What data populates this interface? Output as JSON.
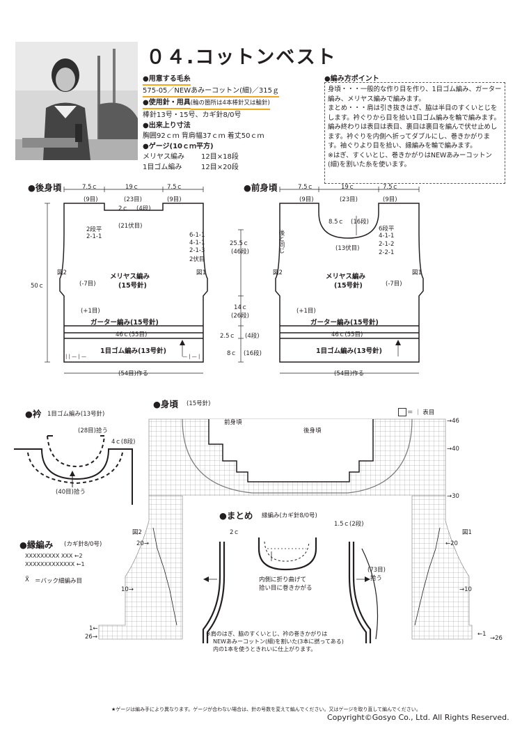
{
  "title": "０４.コットンベスト",
  "materials": {
    "yarn_head": "●用意する毛糸",
    "yarn_value": "575-05／NEWあみーコットン(細)／315ｇ",
    "tools_head": "●使用針・用具",
    "tools_note": "(輪の箇所は4本棒針又は輪針)",
    "tools_value": "棒針13号・15号、カギ針8/0号",
    "size_head": "●出来上り寸法",
    "size_value": "胸囲92ｃｍ 背肩幅37ｃｍ 着丈50ｃｍ",
    "gauge_head": "●ゲージ(10ｃｍ平方)",
    "gauge_rows": [
      {
        "name": "メリヤス編み",
        "value": "12目×18段"
      },
      {
        "name": "1目ゴム編み",
        "value": "12目×20段"
      }
    ]
  },
  "points": {
    "head": "●編み方ポイント",
    "lines": [
      "身頃・・・一般的な作り目を作り、1目ゴム編み、ガーター編み、メリヤス編みで編みます。",
      "まとめ・・・肩は引き抜きはぎ、脇は半目のすくいとじをします。衿ぐりから目を拾い1目ゴム編みを輪で編みます。編み終わりは表目は表目、裏目は裏目を編んで伏せ止めします。衿ぐりを内側へ折ってダブルにし、巻きかがります。袖ぐりより目を拾い、縁編みを輪で編みます。",
      "※はぎ、すくいとじ、巻きかがりはNEWあみーコットン(細)を割いた糸を使います。"
    ]
  },
  "back": {
    "title": "●後身頃",
    "top_dims": [
      "7.5ｃ",
      "19ｃ",
      "7.5ｃ"
    ],
    "top_sts": [
      "(9目)",
      "(23目)",
      "(9目)"
    ],
    "neck_depth": "2ｃ",
    "neck_rows": "(4段)",
    "neck_bind": "(21伏目)",
    "neck_dec": [
      "2段平",
      "2-1-1"
    ],
    "arm_dec": [
      "6-1-1",
      "4-1-1",
      "2-1-3",
      "2伏目"
    ],
    "fig1": "図1",
    "fig2": "図2",
    "minus7": "(-7目)",
    "body_label": "メリヤス編み",
    "body_needle": "(15号針)",
    "plus1": "(+1目)",
    "garter": "ガーター編み(15号針)",
    "width": "46ｃ(55目)",
    "rib": "1目ゴム編み(13号針)",
    "rib_sym_left": "|  |  —  |  —",
    "rib_sym_right": "—  |  —  |",
    "cast_on": "(54目)作る",
    "total": "50ｃ"
  },
  "mid_dims": {
    "armhole": "25.5ｃ",
    "armhole_rows": "(46段)",
    "body": "14ｃ",
    "body_rows": "(26段)",
    "garter": "2.5ｃ",
    "garter_rows": "(4段)",
    "rib": "8ｃ",
    "rib_rows": "(16段)"
  },
  "front": {
    "title": "●前身頃",
    "top_dims": [
      "7.5ｃ",
      "19ｃ",
      "7.5ｃ"
    ],
    "top_sts": [
      "(9目)",
      "(23目)",
      "(9目)"
    ],
    "neck_depth": "8.5ｃ",
    "neck_rows": "(16段)",
    "neck_bind": "(13伏目)",
    "neck_dec": [
      "6段平",
      "4-1-1",
      "2-1-2",
      "2-2-1"
    ],
    "same_as_back": "後と同じ",
    "fig1": "図1",
    "fig2": "図2",
    "minus7": "(-7目)",
    "body_label": "メリヤス編み",
    "body_needle": "(15号針)",
    "plus1": "(+1目)",
    "garter": "ガーター編み(15号針)",
    "width": "46ｃ(55目)",
    "rib": "1目ゴム編み(13号針)",
    "cast_on": "(54目)作る"
  },
  "collar": {
    "title": "●衿",
    "sub": "1目ゴム編み(13号針)",
    "pickup_top": "(28目)拾う",
    "depth": "4ｃ(8段)",
    "pickup_bottom": "(40目)拾う"
  },
  "edging": {
    "title": "●縁編み",
    "sub": "(カギ針8/0号)",
    "row2": "XXXXXXXXX XXX ←2",
    "row1": "XXXXXXXXXXXXX ←1",
    "legend": "＝バック細編み目"
  },
  "chart": {
    "title": "●身頃",
    "sub": "(15号針)",
    "legend": "＝ ｜ 表目",
    "front_label": "前身頃",
    "back_label": "後身頃",
    "row_labels": [
      "46",
      "40",
      "30",
      "20",
      "10",
      "1",
      "26"
    ],
    "fig1": "図1",
    "fig2": "図2"
  },
  "finishing": {
    "title": "●まとめ",
    "sub": "縁編み(カギ針8/0号)",
    "neck": "2ｃ",
    "shoulder": "1.5ｃ(2段)",
    "fold": "内側に折り曲げて",
    "fold2": "拾い目に巻きかがる",
    "pickup": "(73目)",
    "pickup2": "拾う",
    "note1": "※肩のはぎ、脇のすくいとじ、衿の巻きかがりは",
    "note2": "NEWあみーコットン(細)を割いた(3本に撚ってある)",
    "note3": "内の1本を使うときれいに仕上がります。"
  },
  "footnote": "★ゲージは編み手により異なります。ゲージが合わない場合は、針の号数を変えて編んでください。又はゲージを取り直して編んでください。",
  "copyright": "Copyright©Gosyo Co., Ltd. All Rights Reserved."
}
